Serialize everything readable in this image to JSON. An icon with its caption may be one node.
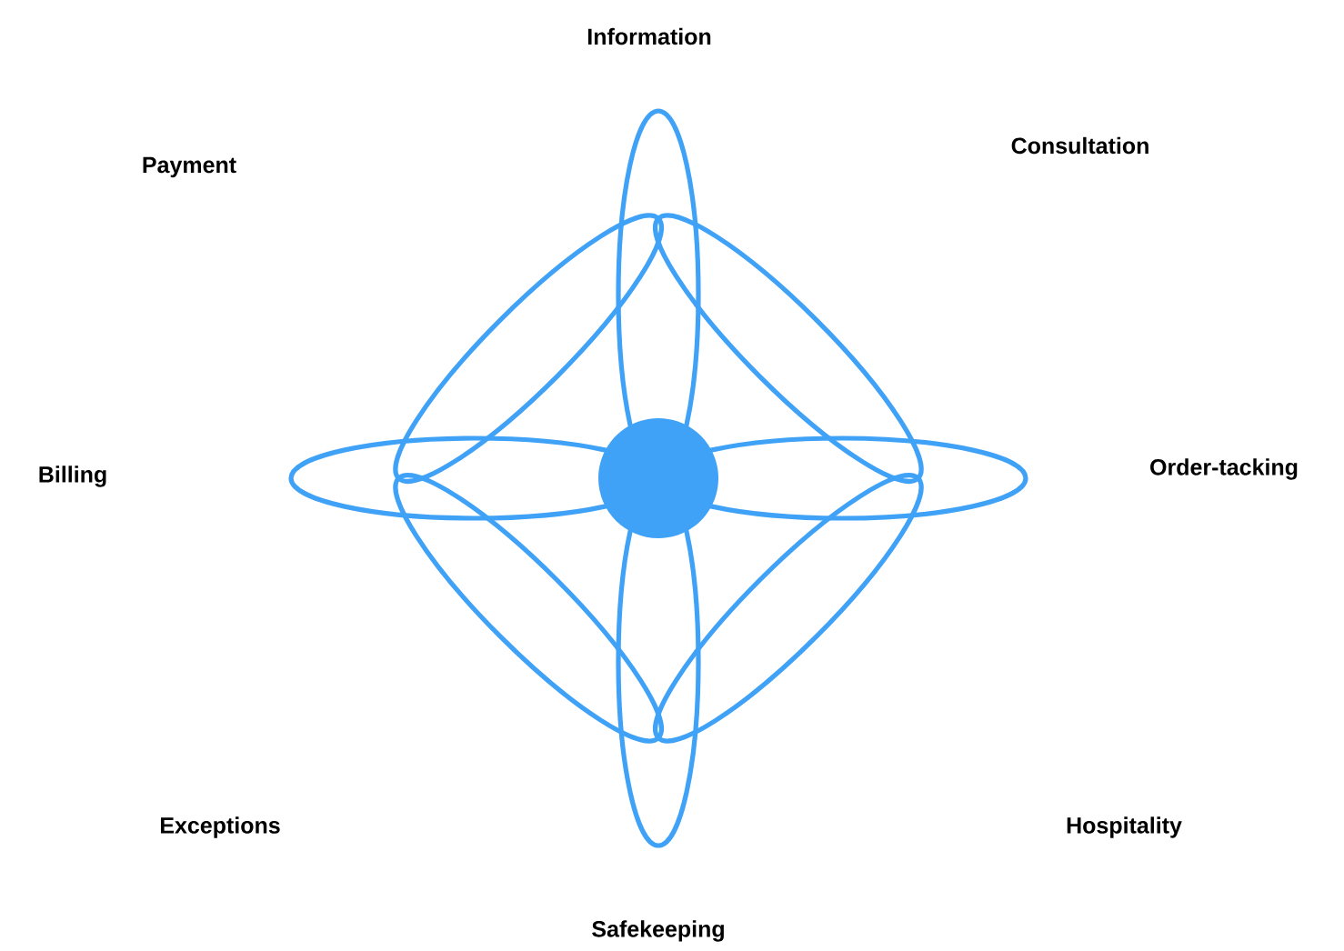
{
  "diagram": {
    "labels": [
      "Information",
      "Consultation",
      "Payment",
      "Billing",
      "Order-tacking",
      "Exceptions",
      "Hospitality",
      "Safekeeping"
    ]
  }
}
